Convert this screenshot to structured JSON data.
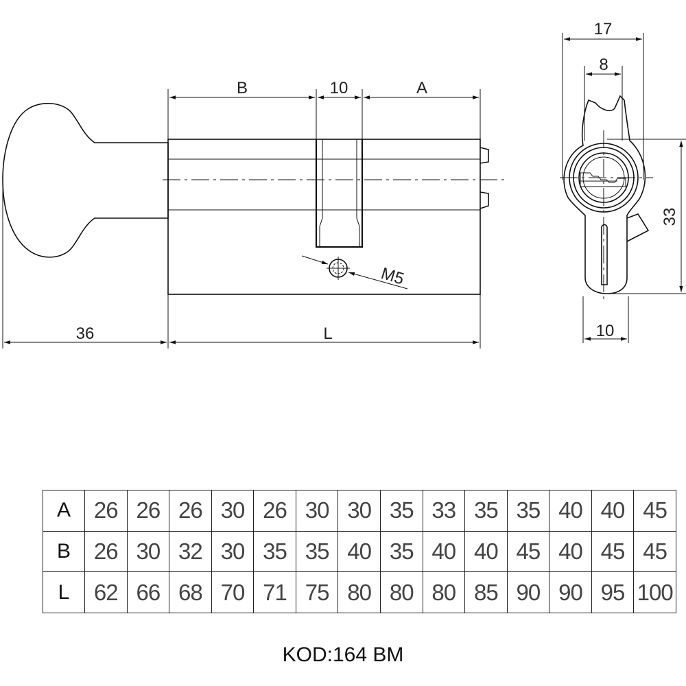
{
  "drawing": {
    "side_view": {
      "label_b": "B",
      "label_gap": "10",
      "label_a": "A",
      "label_knob": "36",
      "label_l": "L",
      "label_thread": "M5"
    },
    "end_view": {
      "label_width": "17",
      "label_inner": "8",
      "label_height": "33",
      "label_bottom": "10"
    }
  },
  "table": {
    "rows": [
      {
        "label": "A",
        "values": [
          "26",
          "26",
          "26",
          "30",
          "26",
          "30",
          "30",
          "35",
          "33",
          "35",
          "35",
          "40",
          "40",
          "45"
        ]
      },
      {
        "label": "B",
        "values": [
          "26",
          "30",
          "32",
          "30",
          "35",
          "35",
          "40",
          "35",
          "40",
          "40",
          "45",
          "40",
          "45",
          "45"
        ]
      },
      {
        "label": "L",
        "values": [
          "62",
          "66",
          "68",
          "70",
          "71",
          "75",
          "80",
          "80",
          "80",
          "85",
          "90",
          "90",
          "95",
          "100"
        ]
      }
    ]
  },
  "caption": "KOD:164 BM"
}
